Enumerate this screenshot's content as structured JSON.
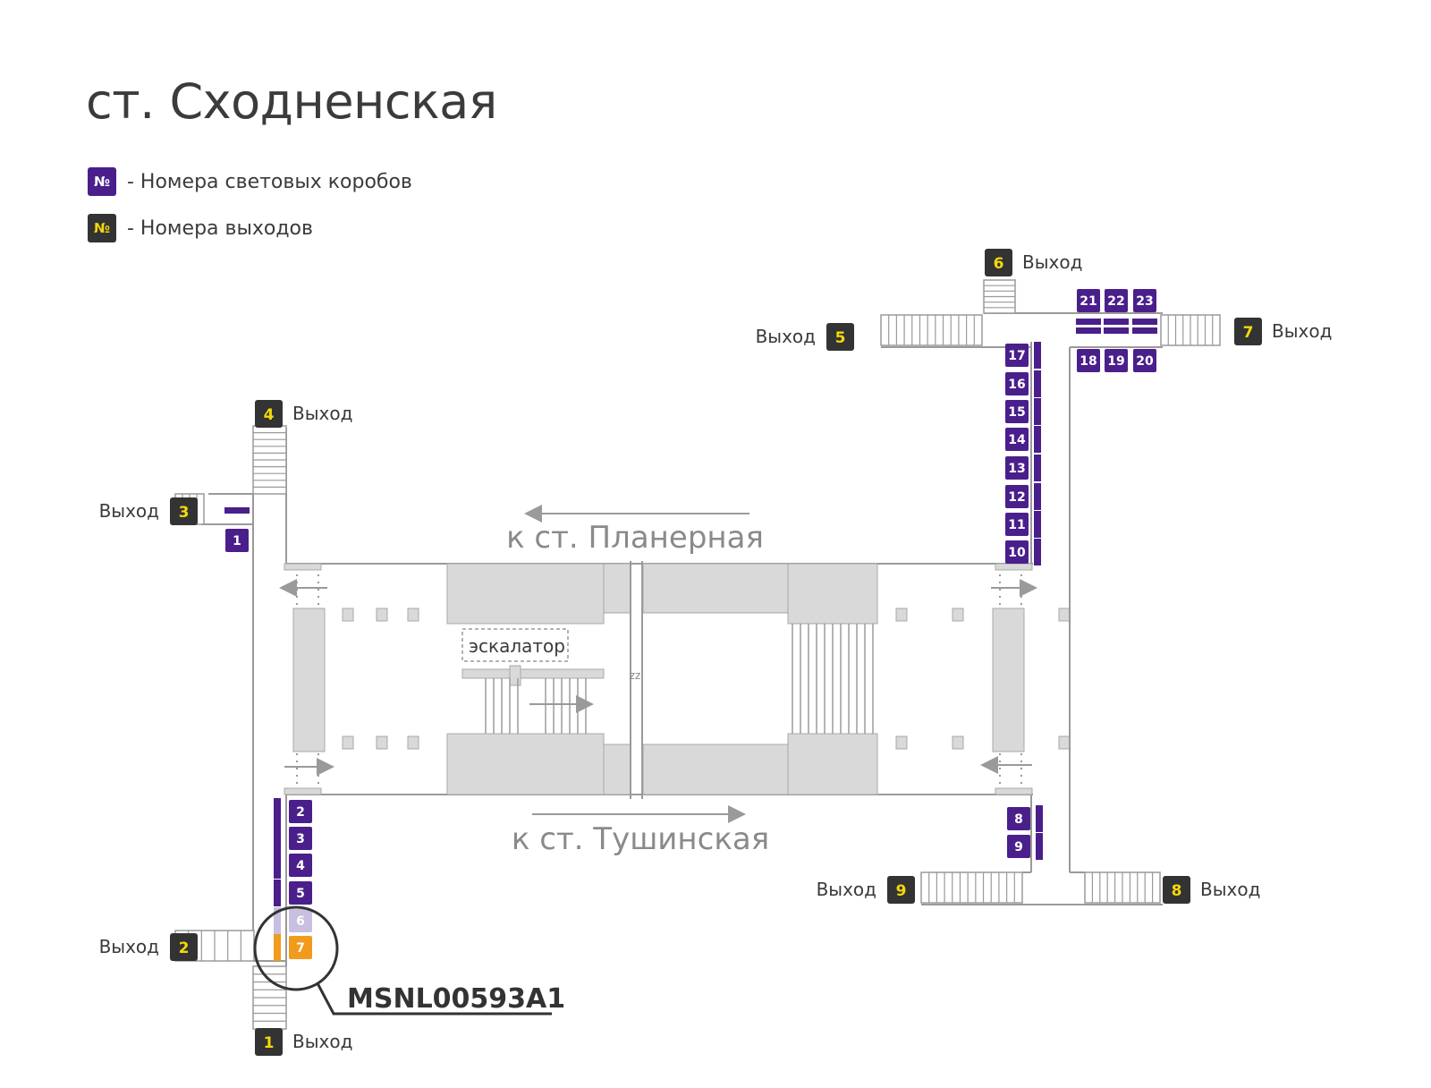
{
  "title": "ст. Сходненская",
  "legend": [
    {
      "symbol": "№",
      "text": "- Номера световых коробов",
      "kind": "box"
    },
    {
      "symbol": "№",
      "text": "- Номера выходов",
      "kind": "exit"
    }
  ],
  "colors": {
    "box": "#4a1f8c",
    "exit_badge": "#333333",
    "exit_number": "#f5d90a",
    "highlight": "#f29a1c",
    "faded": "#c9bfe0",
    "structure": "#d9d9d9",
    "line": "#9a9a9a"
  },
  "exit_word": "Выход",
  "exits": [
    "1",
    "2",
    "3",
    "4",
    "5",
    "6",
    "7",
    "8",
    "9"
  ],
  "boxes": [
    "1",
    "2",
    "3",
    "4",
    "5",
    "6",
    "7",
    "8",
    "9",
    "10",
    "11",
    "12",
    "13",
    "14",
    "15",
    "16",
    "17",
    "18",
    "19",
    "20",
    "21",
    "22",
    "23"
  ],
  "highlighted_box": "7",
  "faded_box": "6",
  "highlight_code": "MSNL00593A1",
  "directions": {
    "top": "к ст. Планерная",
    "bottom": "к ст. Тушинская"
  },
  "escalator_label": "эскалатор",
  "track_break_label": "zz"
}
